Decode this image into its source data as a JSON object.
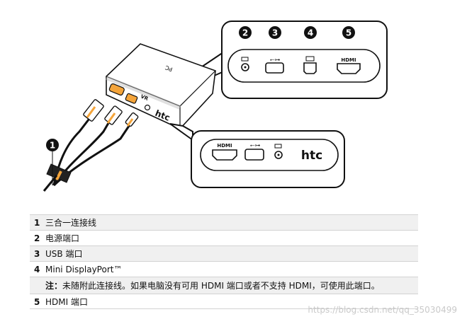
{
  "callouts": [
    "1",
    "2",
    "3",
    "4",
    "5"
  ],
  "device": {
    "brand": "htc",
    "vr_label": "VR",
    "side_label": "PC"
  },
  "ports": {
    "hdmi": "HDMI",
    "usb_symbol": "⭿"
  },
  "legend": [
    {
      "num": "1",
      "text": "三合一连接线"
    },
    {
      "num": "2",
      "text": "电源端口"
    },
    {
      "num": "3",
      "text": "USB 端口"
    },
    {
      "num": "4",
      "text": "Mini DisplayPort™"
    },
    {
      "num": "",
      "note_label": "注：",
      "text": "未随附此连接线。如果电脑没有可用 HDMI 端口或者不支持 HDMI，可使用此端口。"
    },
    {
      "num": "5",
      "text": "HDMI 端口"
    }
  ],
  "watermark": "https://blog.csdn.net/qq_35030499"
}
